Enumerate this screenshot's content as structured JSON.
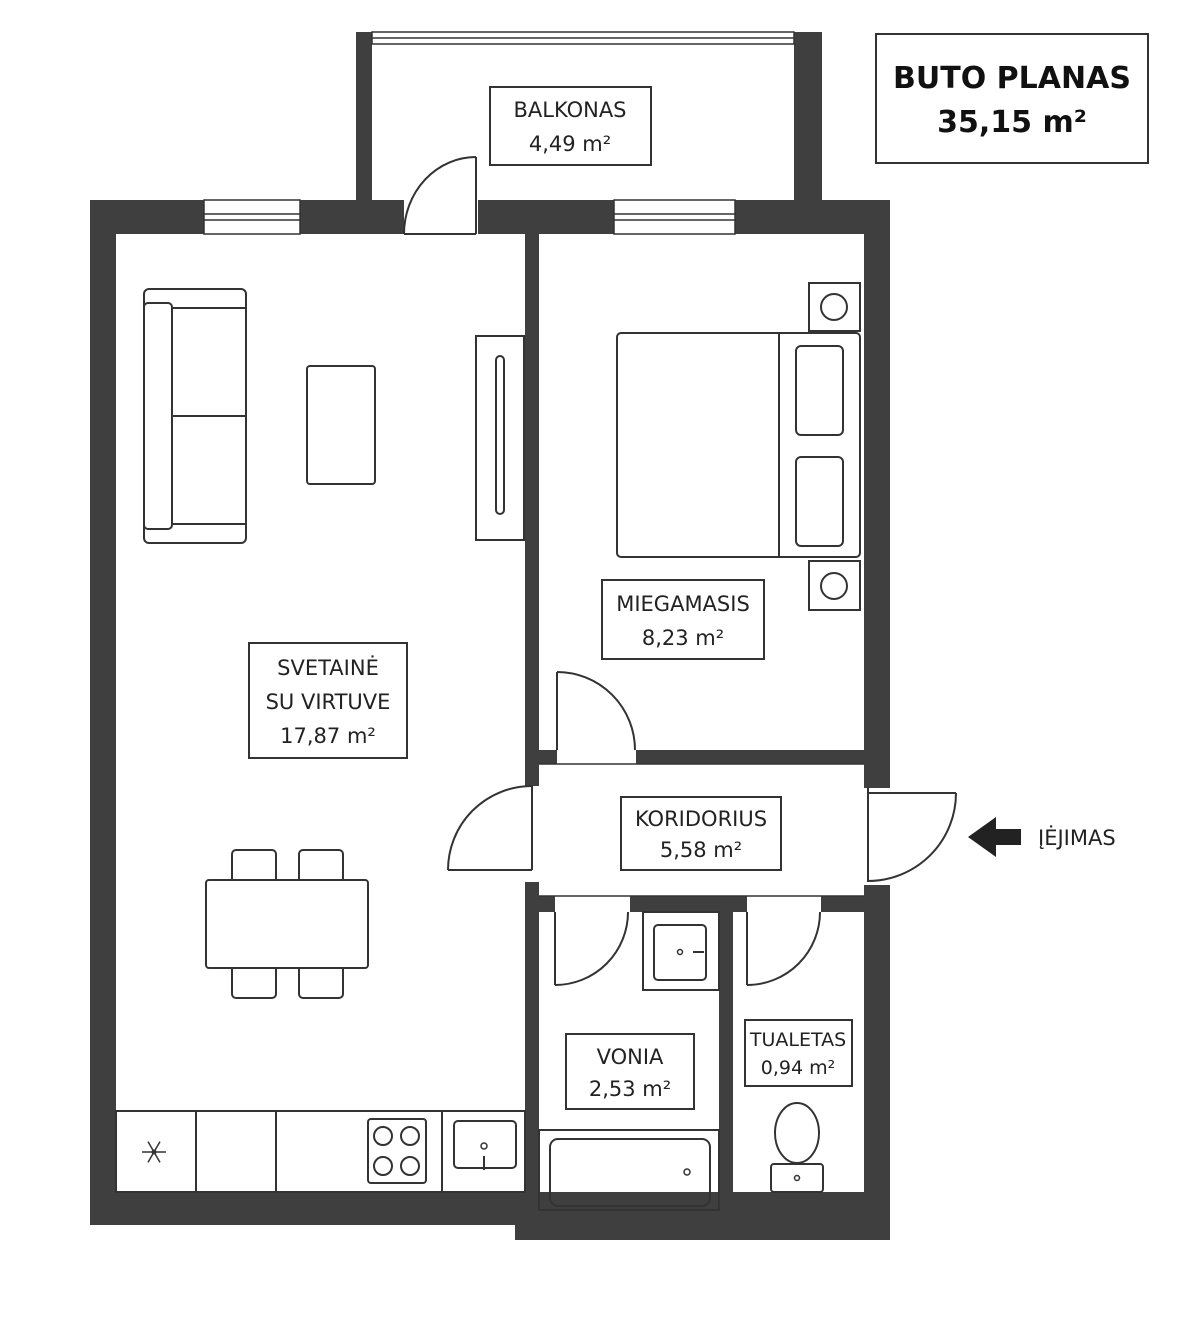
{
  "plan": {
    "title": "BUTO PLANAS",
    "total_area": "35,15 m²"
  },
  "rooms": {
    "balkonas": {
      "name": "BALKONAS",
      "area": "4,49 m²"
    },
    "miegamasis": {
      "name": "MIEGAMASIS",
      "area": "8,23 m²"
    },
    "svetaine": {
      "name_line1": "SVETAINĖ",
      "name_line2": "SU VIRTUVE",
      "area": "17,87 m²"
    },
    "koridorius": {
      "name": "KORIDORIUS",
      "area": "5,58 m²"
    },
    "vonia": {
      "name": "VONIA",
      "area": "2,53 m²"
    },
    "tualetas": {
      "name": "TUALETAS",
      "area": "0,94 m²"
    }
  },
  "entrance": {
    "label": "ĮĖJIMAS",
    "arrow_icon": "arrow-left-icon"
  },
  "icons": {
    "fridge": "snowflake-icon",
    "stove": "stove-icon",
    "sink": "sink-icon",
    "bathtub": "bathtub-icon",
    "toilet": "toilet-icon",
    "bed": "bed-icon",
    "sofa": "sofa-icon",
    "table": "dining-table-icon"
  },
  "colors": {
    "wall": "#3f3f3f",
    "line": "#333333",
    "background": "#ffffff"
  }
}
